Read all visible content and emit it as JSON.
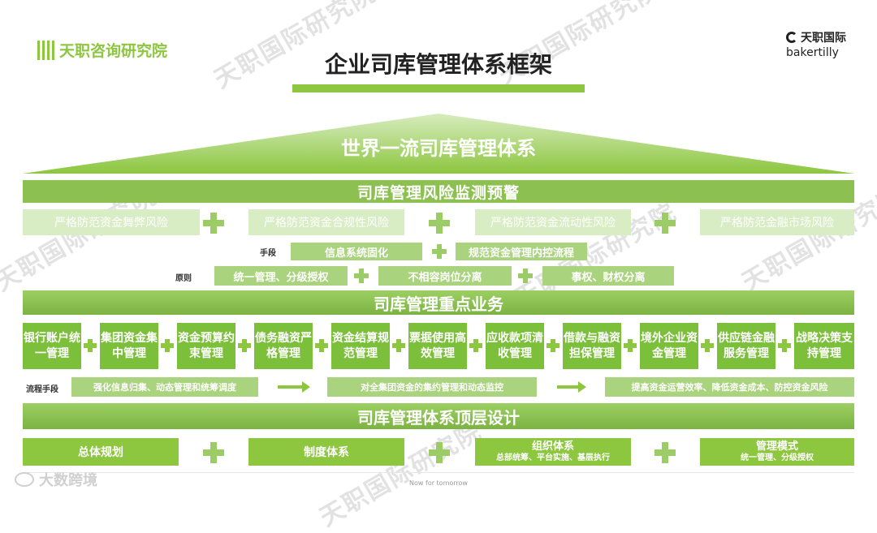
{
  "header": {
    "brand_left": "天职咨询研究院",
    "title": "企业司库管理体系框架",
    "brand_right_cn": "天职国际",
    "brand_right_en": "bakertilly"
  },
  "watermarks": [
    "天职国际研究院",
    "天职国际研究院",
    "天职国际研究院",
    "天职国际研究院",
    "天职国际研究院",
    "天职国际研究院"
  ],
  "roof": {
    "title": "世界一流司库管理体系"
  },
  "risk": {
    "banner": "司库管理风险监测预警",
    "items": [
      "严格防范资金舞弊风险",
      "严格防范资金合规性风险",
      "严格防范资金流动性风险",
      "严格防范金融市场风险"
    ],
    "means_label": "手段",
    "means": [
      "信息系统固化",
      "规范资金管理内控流程"
    ],
    "principle_label": "原则",
    "principles": [
      "统一管理、分级授权",
      "不相容岗位分离",
      "事权、财权分离"
    ]
  },
  "business": {
    "banner": "司库管理重点业务",
    "items": [
      "银行账户统一管理",
      "集团资金集中管理",
      "资金预算约束管理",
      "债务融资严格管理",
      "资金结算规范管理",
      "票据使用高效管理",
      "应收款项清收管理",
      "借款与融资担保管理",
      "境外企业资金管理",
      "供应链金融服务管理",
      "战略决策支持管理"
    ],
    "process_label": "流程手段",
    "process": [
      "强化信息归集、动态管理和统筹调度",
      "对全集团资金的集约管理和动态监控",
      "提高资金运营效率、降低资金成本、防控资金风险"
    ]
  },
  "top_design": {
    "banner": "司库管理体系顶层设计",
    "items": [
      {
        "title": "总体规划",
        "sub": ""
      },
      {
        "title": "制度体系",
        "sub": ""
      },
      {
        "title": "组织体系",
        "sub": "总部统筹、平台实施、基层执行"
      },
      {
        "title": "管理模式",
        "sub": "统一管理、分级授权"
      }
    ]
  },
  "footer": {
    "source_logo": "大数跨境",
    "tagline": "Now for tomorrow"
  }
}
